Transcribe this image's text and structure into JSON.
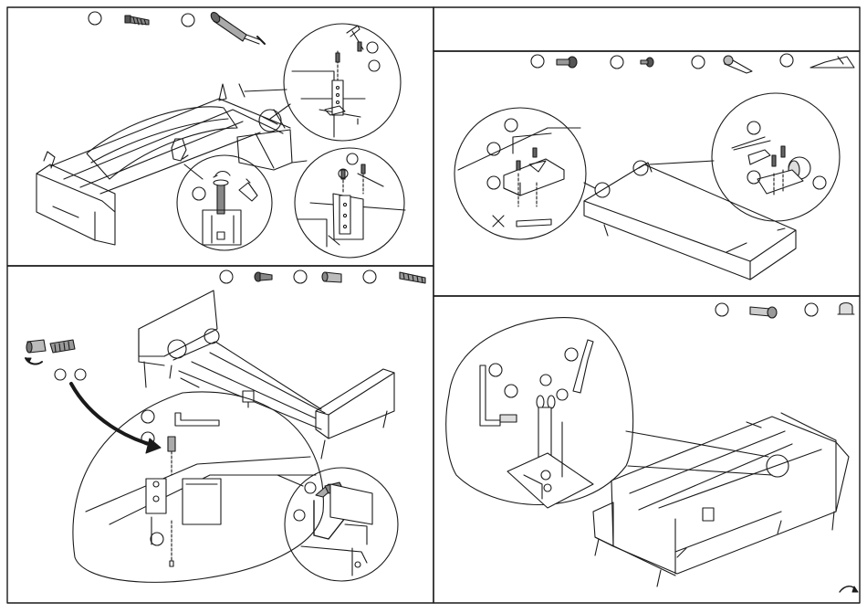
{
  "page": {
    "kind": "furniture assembly instruction sheet",
    "panels": [
      {
        "id": "panel-1",
        "parts": [
          {
            "icon": "screw-icon"
          },
          {
            "icon": "leg-post-icon"
          }
        ]
      },
      {
        "id": "panel-2",
        "parts": [
          {
            "icon": "short-screw-icon"
          },
          {
            "icon": "barrel-nut-icon"
          },
          {
            "icon": "threaded-rod-icon"
          }
        ]
      },
      {
        "id": "panel-3",
        "parts": [
          {
            "icon": "short-screw-icon"
          },
          {
            "icon": "button-head-screw-icon"
          },
          {
            "icon": "wheel-bracket-icon"
          },
          {
            "icon": "wedge-bracket-icon"
          }
        ]
      },
      {
        "id": "panel-4",
        "parts": [
          {
            "icon": "bolt-icon"
          },
          {
            "icon": "cap-nut-icon"
          }
        ]
      }
    ],
    "colors": {
      "line": "#1a1a1a",
      "paper": "#ffffff"
    }
  }
}
